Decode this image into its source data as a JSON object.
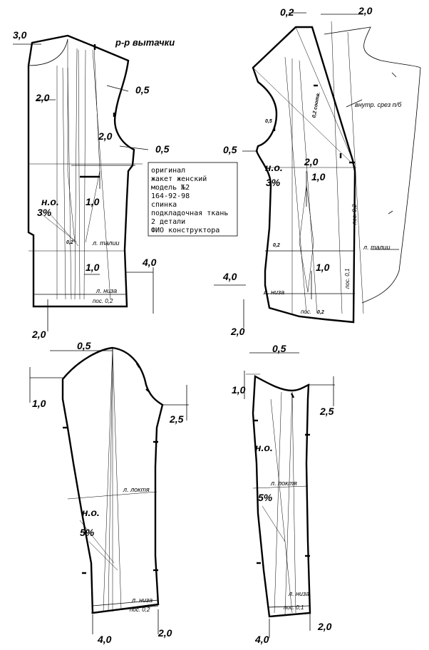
{
  "header": {
    "darts_label": "р-р вытачки"
  },
  "note": {
    "lines": [
      "оригинал",
      "жакет женский",
      "модель №2",
      "164-92-98",
      "спинка",
      "подкладочная ткань",
      "2 детали",
      "ФИО конструктора"
    ]
  },
  "back": {
    "dims": {
      "neck_width": "3,0",
      "neck_drop": "2,0",
      "armhole_upper": "0,5",
      "armhole_lower": "0,5",
      "shoulder_blade": "2,0",
      "side_dart": "1,0",
      "waist_hem": "1,0",
      "hem_side": "4,0",
      "hem_center": "2,0",
      "waist_small": "0,2"
    },
    "labels": {
      "grain": "н.о.",
      "percent": "3%",
      "waist": "л. талии",
      "hem": "л. низа",
      "allowance": "пос. 0,2"
    }
  },
  "front": {
    "dims": {
      "top_left": "0,2",
      "top_right": "2,0",
      "armhole_small": "0,5",
      "armhole": "0,5",
      "dart_top": "2,0",
      "dart_depth": "1,0",
      "waist_side": "1,0",
      "hem_side": "4,0",
      "hem_center": "2,0",
      "waist_small": "0,2",
      "bottom_allowance": "0,2"
    },
    "labels": {
      "grain": "н.о.",
      "percent": "3%",
      "facing": "внутр. срез п/б",
      "waist": "л. талии",
      "hem": "л. низа",
      "allowance": "пос.",
      "allowance_top": "пос. 0,2",
      "allowance_bottom": "пос. 0,1",
      "seam": "0,2 соотв."
    }
  },
  "sleeve_top": {
    "dims": {
      "cap": "0,5",
      "left": "1,0",
      "right": "2,5",
      "hem_left": "4,0",
      "hem_right": "2,0"
    },
    "labels": {
      "elbow": "л. локтя",
      "grain": "н.о.",
      "percent": "5%",
      "hem": "л. низа",
      "allowance": "пос. 0,2"
    }
  },
  "sleeve_under": {
    "dims": {
      "cap": "0,5",
      "left": "1,0",
      "right": "2,5",
      "hem_left": "4,0",
      "hem_right": "2,0"
    },
    "labels": {
      "elbow": "л. локтя",
      "grain": "н.о.",
      "percent": "5%",
      "hem": "л. низа",
      "allowance": "пос. 0,1"
    }
  }
}
